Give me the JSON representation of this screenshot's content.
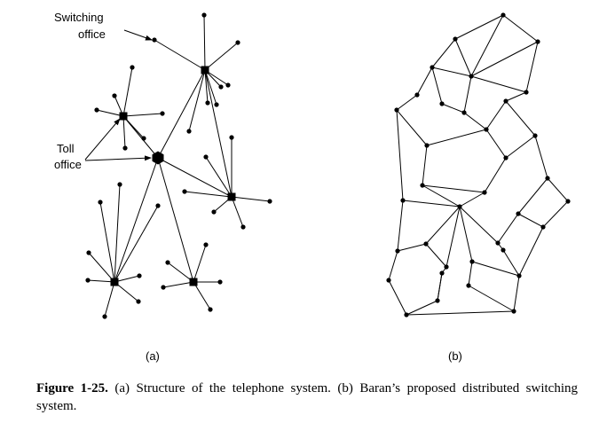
{
  "labels": {
    "switching_line1": "Switching",
    "switching_line2": "office",
    "toll_line1": "Toll",
    "toll_line2": "office",
    "sub_a": "(a)",
    "sub_b": "(b)"
  },
  "caption": {
    "label": "Figure 1-25.",
    "text": " (a) Structure of the telephone system. (b) Baran’s proposed distributed switching system."
  }
}
